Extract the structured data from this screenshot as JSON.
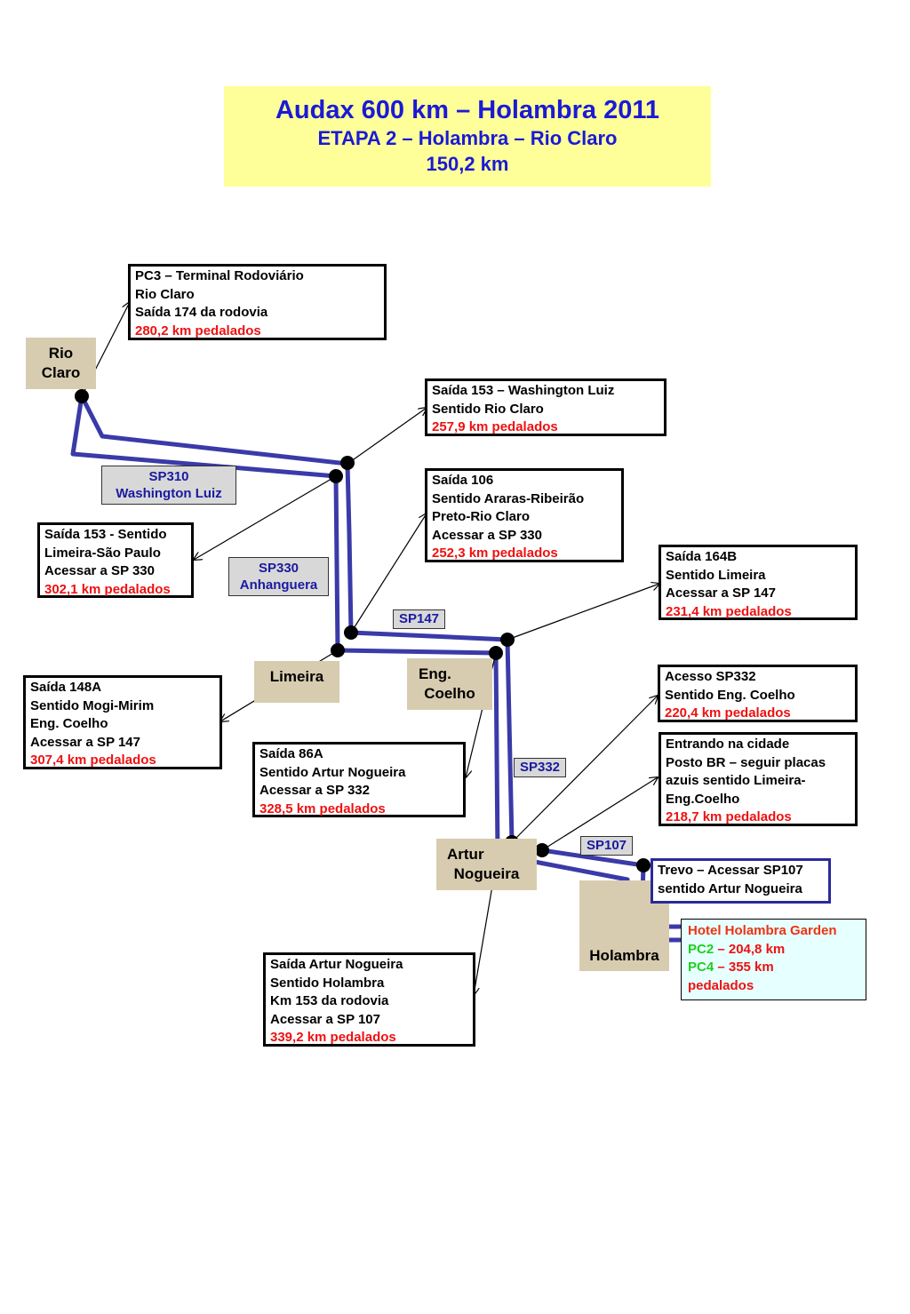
{
  "title": {
    "line1": "Audax 600 km – Holambra 2011",
    "line2": "ETAPA 2 – Holambra – Rio Claro",
    "line3": "150,2 km"
  },
  "colors": {
    "route": "#3a3aa8",
    "title_bg": "#ffff99",
    "title_text": "#1a1ad6",
    "km_red": "#ee1111",
    "pc_green": "#22cc22",
    "city_bg": "#d8ccb0",
    "road_label_bg": "#d8d8d8"
  },
  "cities": {
    "rio_claro": [
      "Rio",
      "Claro"
    ],
    "limeira": "Limeira",
    "eng_coelho": [
      "Eng.",
      "Coelho"
    ],
    "artur_nogueira": [
      "Artur",
      "Nogueira"
    ],
    "holambra": "Holambra"
  },
  "roads": {
    "sp310": [
      "SP310",
      "Washington Luiz"
    ],
    "sp330": [
      "SP330",
      "Anhanguera"
    ],
    "sp147": "SP147",
    "sp332": "SP332",
    "sp107": "SP107"
  },
  "callouts": {
    "pc3": {
      "lines": [
        "PC3 – Terminal Rodoviário",
        "Rio Claro",
        "Saída 174 da rodovia"
      ],
      "km": "280,2 km pedalados"
    },
    "saida153_rio": {
      "lines": [
        "Saída 153 – Washington Luiz",
        "Sentido Rio Claro"
      ],
      "km": "257,9 km pedalados"
    },
    "saida106": {
      "lines": [
        "Saída 106",
        "Sentido Araras-Ribeirão",
        "Preto-Rio Claro",
        "Acessar a SP 330"
      ],
      "km": "252,3 km pedalados"
    },
    "saida153_sp": {
      "lines": [
        "Saída 153 - Sentido",
        "Limeira-São Paulo",
        "Acessar a SP 330"
      ],
      "km": "302,1 km pedalados"
    },
    "saida164b": {
      "lines": [
        "Saída 164B",
        "Sentido Limeira",
        "Acessar a SP 147"
      ],
      "km": "231,4 km pedalados"
    },
    "saida148a": {
      "lines": [
        "Saída 148A",
        "Sentido Mogi-Mirim",
        "Eng. Coelho",
        "Acessar a SP 147"
      ],
      "km": "307,4 km pedalados"
    },
    "acesso332": {
      "lines": [
        "Acesso SP332",
        "Sentido Eng. Coelho"
      ],
      "km": "220,4 km pedalados"
    },
    "saida86a": {
      "lines": [
        "Saída 86A",
        "Sentido Artur Nogueira",
        "Acessar a SP 332"
      ],
      "km": "328,5 km pedalados"
    },
    "entrando": {
      "lines": [
        "Entrando na cidade",
        "Posto BR – seguir placas",
        "azuis sentido Limeira-",
        "Eng.Coelho"
      ],
      "km": "218,7 km pedalados"
    },
    "trevo": {
      "lines": [
        "Trevo – Acessar SP107",
        "sentido Artur Nogueira"
      ]
    },
    "hotel": {
      "name": "Hotel Holambra Garden",
      "pc2_label": "PC2",
      "pc2_km": " – 204,8 km",
      "pc4_label": "PC4",
      "pc4_km": " – 355 km",
      "pc4_tail": "pedalados"
    },
    "saida_artur": {
      "lines": [
        "Saída Artur Nogueira",
        "Sentido Holambra",
        "Km 153 da rodovia",
        "Acessar a SP 107"
      ],
      "km": "339,2 km pedalados"
    }
  }
}
